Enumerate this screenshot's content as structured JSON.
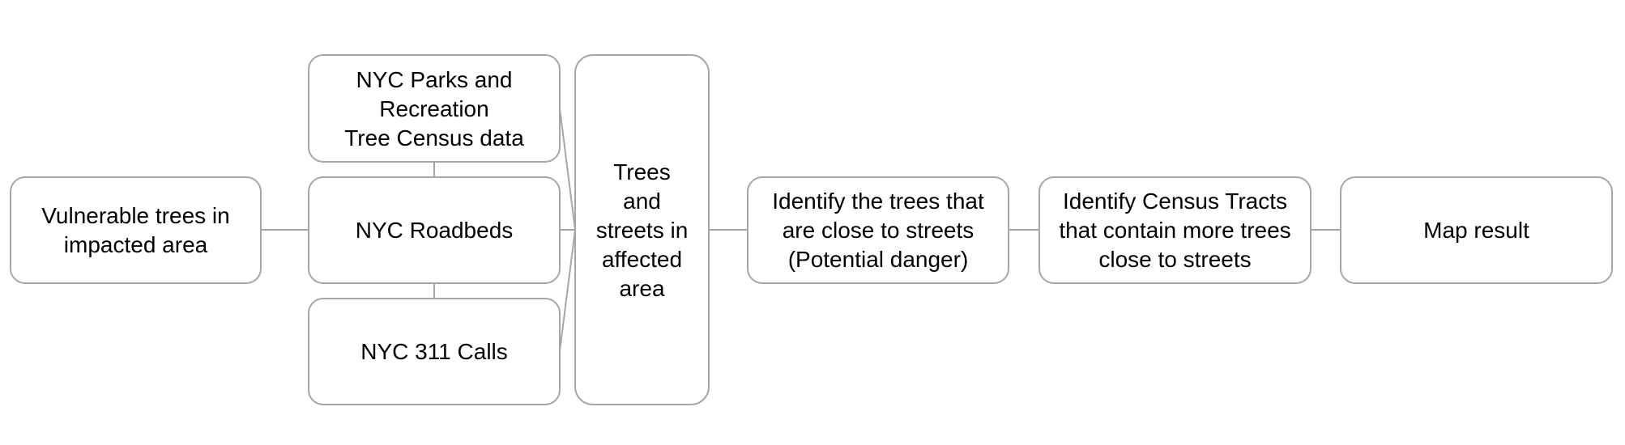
{
  "nodes": {
    "vulnerable_trees": {
      "lines": [
        "Vulnerable trees in",
        "impacted area"
      ]
    },
    "tree_census": {
      "lines": [
        "NYC Parks and",
        "Recreation",
        "Tree Census data"
      ]
    },
    "roadbeds": {
      "lines": [
        "NYC Roadbeds"
      ]
    },
    "calls_311": {
      "lines": [
        "NYC 311 Calls"
      ]
    },
    "trees_streets": {
      "lines": [
        "Trees",
        "and",
        "streets in",
        "affected",
        "area"
      ]
    },
    "identify_trees": {
      "lines": [
        "Identify the trees that",
        "are close to streets",
        "(Potential danger)"
      ]
    },
    "identify_tracts": {
      "lines": [
        "Identify Census Tracts",
        "that contain more trees",
        "close to streets"
      ]
    },
    "map_result": {
      "lines": [
        "Map result"
      ]
    }
  },
  "colors": {
    "box_stroke": "#a6a6a6",
    "connector": "#a6a6a6",
    "text": "#000000",
    "background": "#ffffff"
  }
}
